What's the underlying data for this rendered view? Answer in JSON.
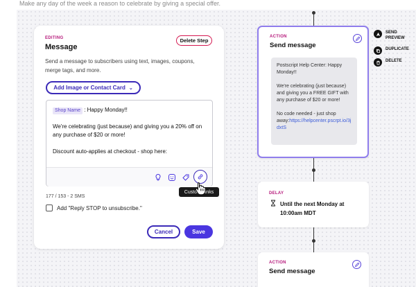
{
  "header": {
    "intro_text": "Make any day of the week a reason to celebrate by giving a special offer."
  },
  "editor": {
    "label": "EDITING",
    "title": "Message",
    "delete_label": "Delete Step",
    "description": "Send a message to subscribers using text, images, coupons, merge tags, and more.",
    "add_media_label": "Add Image or Contact Card",
    "message": {
      "tag": "Shop Name",
      "line1_rest": ": Happy Monday!!",
      "para2": "We're celebrating (just because) and giving you a 20% off on any purchase of $20 or more!",
      "para3": "Discount auto-applies at checkout - shop here:"
    },
    "tooltip": "Custom Links",
    "counter": "177 / 153 - 2 SMS",
    "stop_checkbox_label": "Add \"Reply STOP to unsubscribe.\"",
    "cancel_label": "Cancel",
    "save_label": "Save"
  },
  "flow": {
    "action1": {
      "label": "ACTION",
      "title": "Send message",
      "preview": {
        "p1": "Postscript Help Center: Happy Monday!!",
        "p2": "We're celebrating (just because) and giving you a FREE GIFT with any purchase of $20 or more!",
        "p3": "No code needed - just shop away:",
        "link": "https://helpcenter.pscrpt.io/3jdxtS"
      }
    },
    "delay": {
      "label": "DELAY",
      "text": "Until the next Monday at 10:00am MDT"
    },
    "action2": {
      "label": "ACTION",
      "title": "Send message"
    }
  },
  "side_actions": {
    "send_preview": "SEND PREVIEW",
    "duplicate": "DUPLICATE",
    "delete": "DELETE"
  },
  "colors": {
    "accent": "#4a36e0",
    "label_pink": "#b5177a",
    "danger": "#d4164f",
    "card_selected": "#8f7dec"
  },
  "icons": {
    "toolbar": [
      "lightbulb-icon",
      "emoji-icon",
      "coupon-tag-icon",
      "link-icon"
    ],
    "delay": "hourglass-icon",
    "card_edit": "pencil-icon",
    "side": [
      "send-icon",
      "duplicate-icon",
      "trash-icon"
    ]
  }
}
